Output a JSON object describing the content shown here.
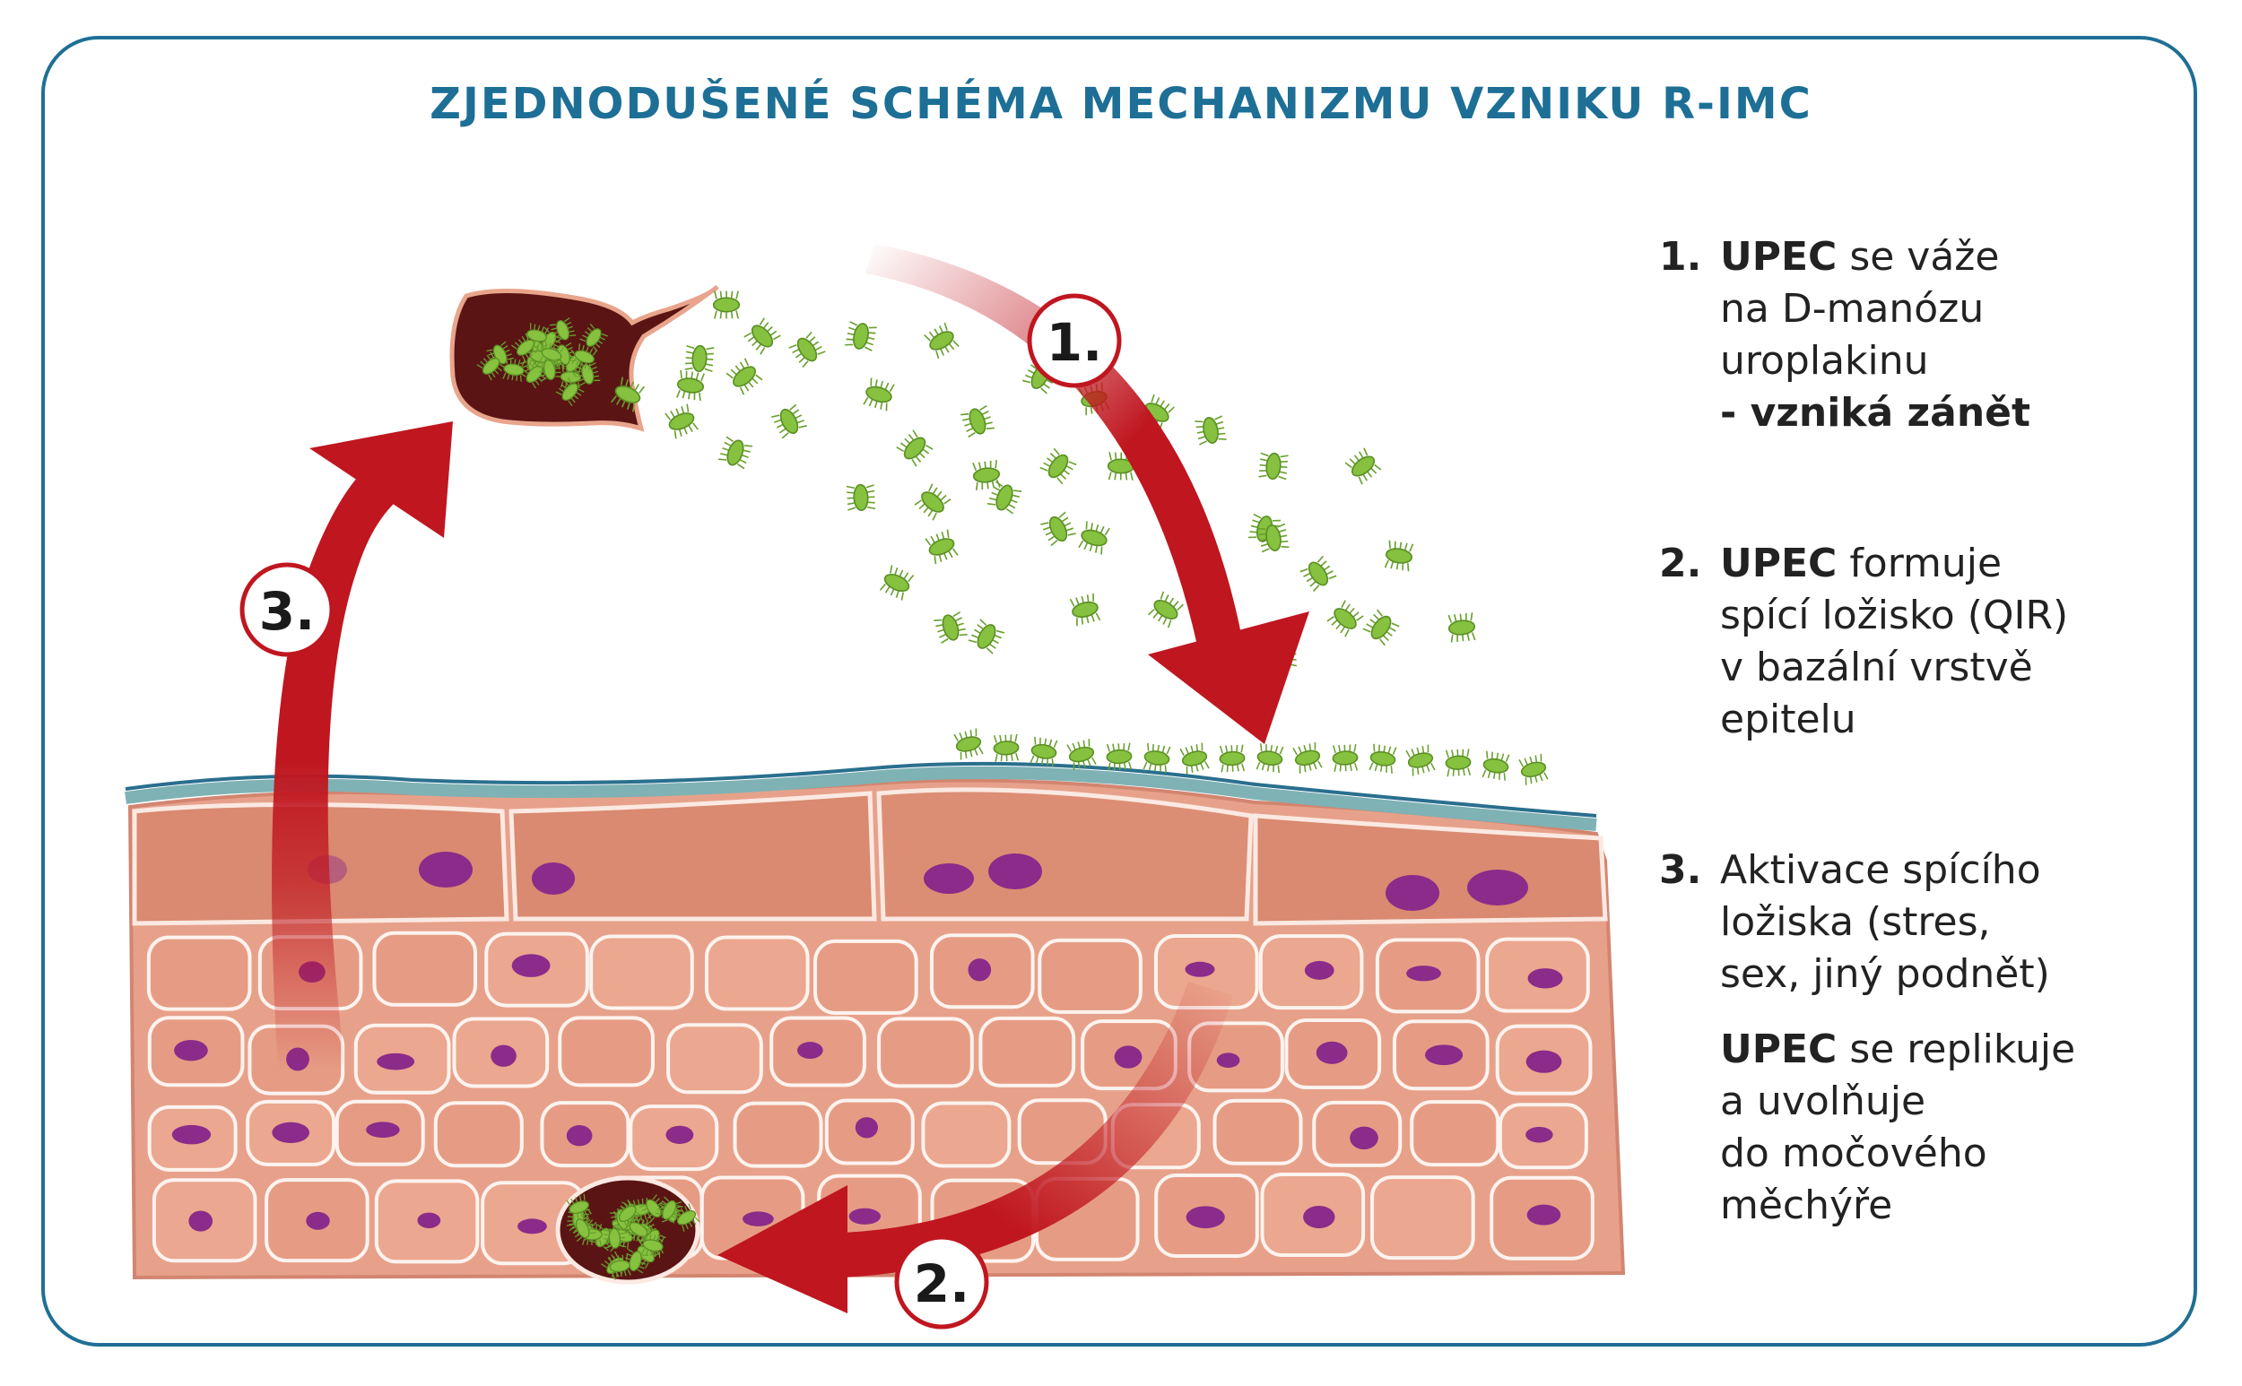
{
  "title": "ZJEDNODUŠENÉ SCHÉMA MECHANIZMU VZNIKU R-IMC",
  "colors": {
    "frame": "#1f6f95",
    "title": "#1d6f96",
    "arrow": "#c0161f",
    "cell": "#e9a58c",
    "cell_edge": "#fdf3ef",
    "nucleus": "#8b2b8a",
    "bacteria": "#7fba3a",
    "reservoir": "#5a1414",
    "uroplakin_layer": "#7fb2b5"
  },
  "steps": [
    {
      "badge": "1.",
      "lines": [
        [
          "UPEC",
          " se váže"
        ],
        [
          "",
          "na D-manózu"
        ],
        [
          "",
          "uroplakinu"
        ],
        [
          "- vzniká zánět",
          ""
        ]
      ]
    },
    {
      "badge": "2.",
      "lines": [
        [
          "UPEC",
          " formuje"
        ],
        [
          "",
          "spící ložisko (QIR)"
        ],
        [
          "",
          "v bazální vrstvě"
        ],
        [
          "",
          "epitelu"
        ]
      ]
    },
    {
      "badge": "3.",
      "lines": [
        [
          "",
          "Aktivace spícího"
        ],
        [
          "",
          "ložiska (stres,"
        ],
        [
          "",
          "sex, jiný podnět)"
        ]
      ],
      "extra_lines": [
        [
          "UPEC",
          " se replikuje"
        ],
        [
          "",
          "a uvolňuje"
        ],
        [
          "",
          "do močového"
        ],
        [
          "",
          "měchýře"
        ]
      ]
    }
  ],
  "icons": {
    "bacterium": "bacterium-icon",
    "arrow": "curved-arrow-icon"
  }
}
